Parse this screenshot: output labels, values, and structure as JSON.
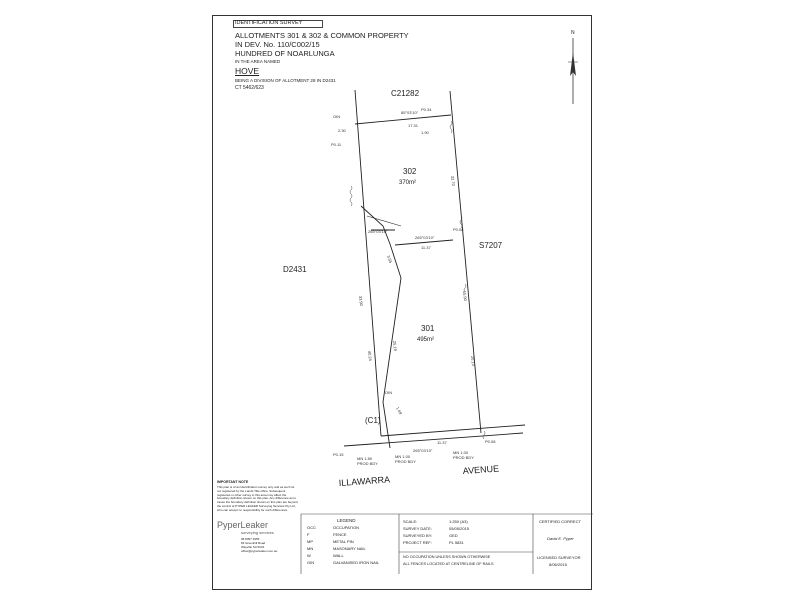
{
  "header": {
    "survey_type": "IDENTIFICATION SURVEY",
    "title": "ALLOTMENTS 301 & 302 & COMMON PROPERTY",
    "dev_no": "IN DEV. No. 110/C002/15",
    "hundred": "HUNDRED OF NOARLUNGA",
    "area_named": "IN THE AREA NAMED",
    "area": "HOVE",
    "division": "BEING A DIVISION OF ALLOTMENT 28 IN D2431",
    "ct": "CT 5462/623"
  },
  "north": "N",
  "plan": {
    "parcels": [
      {
        "name": "C21282"
      },
      {
        "name": "S7207"
      },
      {
        "name": "D2431"
      },
      {
        "name": "302",
        "area": "370m²"
      },
      {
        "name": "301",
        "area": "495m²"
      },
      {
        "name": "(C1)"
      }
    ],
    "street_left": "ILLAWARRA",
    "street_right": "AVENUE",
    "bearings": [
      "85°03'10\"",
      "265°03'10\"",
      "265°03'10\"",
      "265°03'10\""
    ],
    "distances": [
      "17.31",
      "11.37",
      "11.37",
      "32.70",
      "15.90",
      "20.13",
      "40.24",
      "25.19",
      "33.90",
      "3.55",
      "1.69",
      "2.30",
      "1.90"
    ],
    "pegs": [
      {
        "text": "MN 1.80"
      },
      {
        "text": "PROD BDY"
      },
      {
        "text": "MN 1.00"
      },
      {
        "text": "PROD BDY"
      },
      {
        "text": "MN 1.00"
      },
      {
        "text": "PROD BDY"
      }
    ],
    "marks": [
      "OIN",
      "P0.34",
      "P0.11",
      "P0.08",
      "P0.15",
      "P0.08",
      "OIN"
    ]
  },
  "note": {
    "title": "IMPORTANT NOTE",
    "text": "This plan is of an Identification survey only and as such its not registered by the Lands Title office. Subsequent registered or other survey in this area may affect the boundary definition shown on this plan. Any difference as to cause the boundary definition shown on this plan are beyond the control of PYPER LEAKER Surveying Services Pty Ltd, who can accept no responsibility for such differences."
  },
  "company": {
    "name": "PyperLeaker",
    "sub": "surveying services",
    "lines": [
      "08 8357 3955",
      "83 Greenhill Road",
      "Wayville SA 5034",
      "office@pyperleaker.com.au"
    ]
  },
  "legend": {
    "title": "LEGEND",
    "items": [
      {
        "code": "OCC",
        "desc": "OCCUPATION"
      },
      {
        "code": "F",
        "desc": "FENCE"
      },
      {
        "code": "MP",
        "desc": "METAL PIN"
      },
      {
        "code": "MN",
        "desc": "MASONARY NAIL"
      },
      {
        "code": "W",
        "desc": "WALL"
      },
      {
        "code": "GIN",
        "desc": "GALVANISED IRON NAIL"
      }
    ]
  },
  "survey_info": {
    "scale_label": "SCALE:",
    "scale": "1:250 (A3)",
    "date_label": "SURVEY DATE:",
    "date": "05/05/2015",
    "by_label": "SURVEYED BY:",
    "by": "GED",
    "ref_label": "PROJECT REF:",
    "ref": "PL 5831",
    "note1": "NO OCCUPATION UNLESS SHOWN OTHERWISE",
    "note2": "ALL FENCES LOCATED AT CENTRELINE OF RAILS"
  },
  "certification": {
    "title": "CERTIFIED CORRECT",
    "signature": "David E. Pyper",
    "role": "LICENSED SURVEYOR",
    "date": "8/06/2015"
  }
}
